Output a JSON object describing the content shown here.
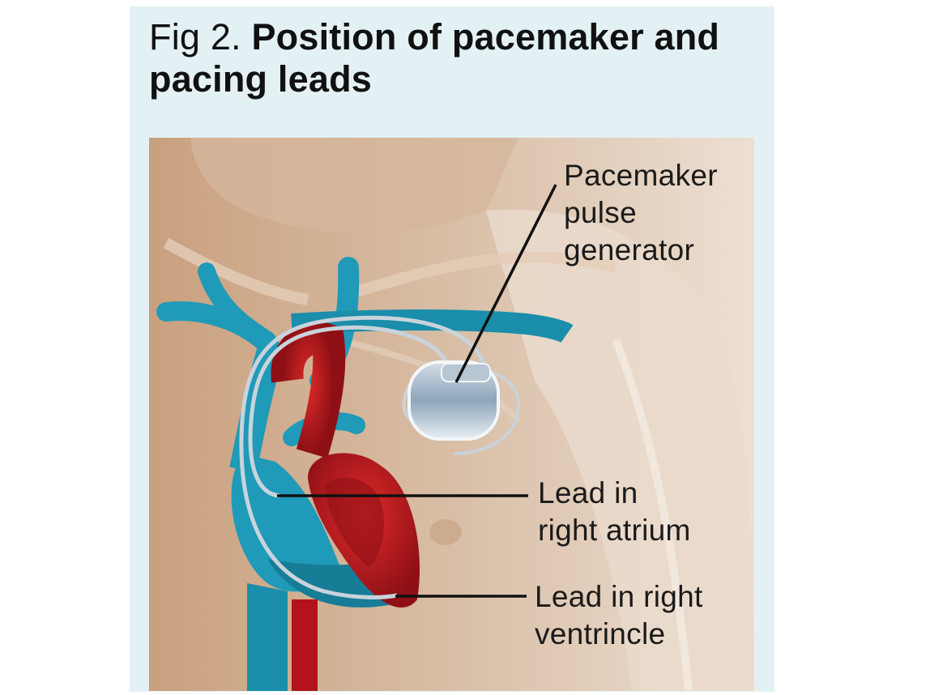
{
  "figure": {
    "label": "Fig 2.",
    "heading": "Position of pacemaker and pacing leads"
  },
  "callouts": {
    "generator": "Pacemaker\npulse\ngenerator",
    "atrium": "Lead in\nright atrium",
    "ventricle": "Lead in right\nventrincle"
  },
  "colors": {
    "panel_background": "#e4f1f4",
    "skin": "#d9bfa6",
    "vein_blue": "#1f9ab8",
    "artery_red": "#c4161c",
    "lead_grey": "#c9d3db"
  }
}
